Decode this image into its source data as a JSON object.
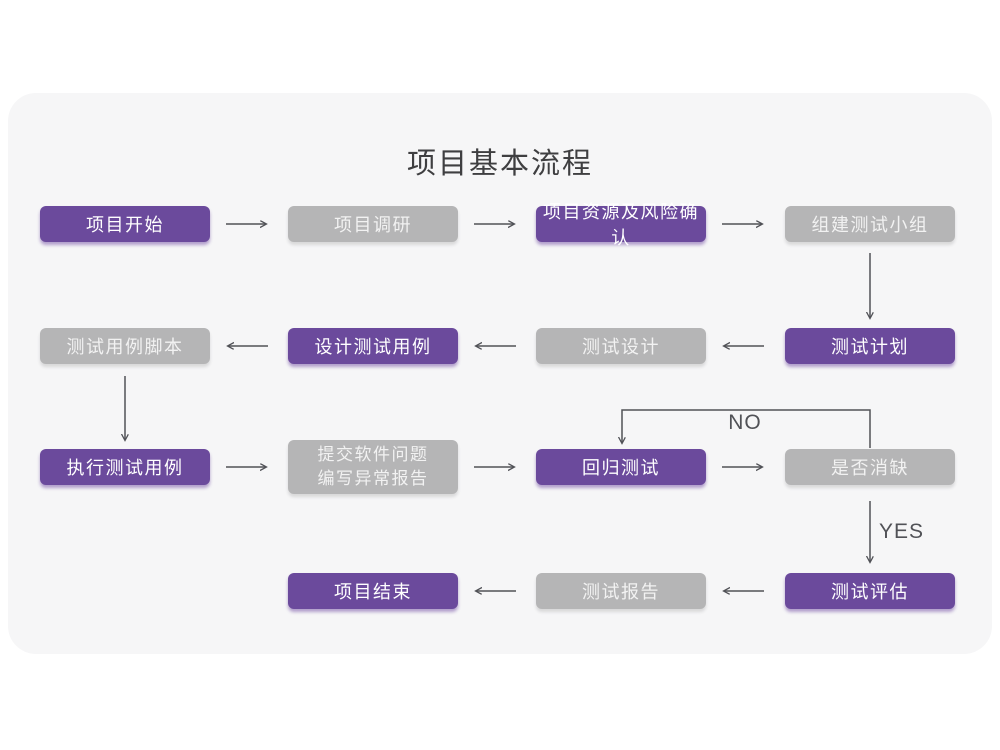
{
  "title": "项目基本流程",
  "colors": {
    "accent_purple": "#6B4A9C",
    "node_gray": "#B5B5B6",
    "arrow": "#515257",
    "card_background": "#F6F6F7",
    "page_background": "#FFFFFF",
    "title_color": "#3F3F41"
  },
  "nodes": [
    {
      "label": "项目开始",
      "variant": "purple"
    },
    {
      "label": "项目调研",
      "variant": "gray"
    },
    {
      "label": "项目资源及风险确认",
      "variant": "purple"
    },
    {
      "label": "组建测试小组",
      "variant": "gray"
    },
    {
      "label": "测试计划",
      "variant": "purple"
    },
    {
      "label": "测试设计",
      "variant": "gray"
    },
    {
      "label": "设计测试用例",
      "variant": "purple"
    },
    {
      "label": "测试用例脚本",
      "variant": "gray"
    },
    {
      "label": "执行测试用例",
      "variant": "purple"
    },
    {
      "label_line1": "提交软件问题",
      "label_line2": "编写异常报告",
      "variant": "gray"
    },
    {
      "label": "回归测试",
      "variant": "purple"
    },
    {
      "label": "是否消缺",
      "variant": "gray"
    },
    {
      "label": "测试评估",
      "variant": "purple"
    },
    {
      "label": "测试报告",
      "variant": "gray"
    },
    {
      "label": "项目结束",
      "variant": "purple"
    }
  ],
  "edge_labels": {
    "no": "NO",
    "yes": "YES"
  },
  "flow": [
    "项目开始 → 项目调研",
    "项目调研 → 项目资源及风险确认",
    "项目资源及风险确认 → 组建测试小组",
    "组建测试小组 → 测试计划",
    "测试计划 → 测试设计",
    "测试设计 → 设计测试用例",
    "设计测试用例 → 测试用例脚本",
    "测试用例脚本 → 执行测试用例",
    "执行测试用例 → 提交软件问题编写异常报告",
    "提交软件问题编写异常报告 → 回归测试",
    "回归测试 → 是否消缺",
    "是否消缺 →(NO) 回归测试",
    "是否消缺 →(YES) 测试评估",
    "测试评估 → 测试报告",
    "测试报告 → 项目结束"
  ]
}
